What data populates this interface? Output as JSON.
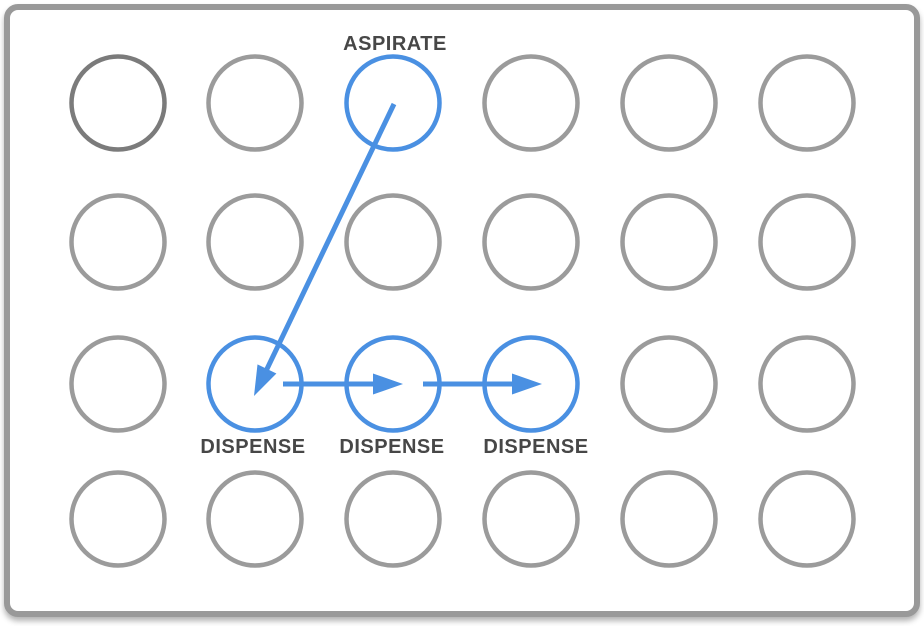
{
  "diagram": {
    "aspirate_label": "ASPIRATE",
    "dispense_labels": [
      "DISPENSE",
      "DISPENSE",
      "DISPENSE"
    ],
    "colors": {
      "accent_blue": "#4a90e2",
      "well_gray": "#9b9b9b",
      "well_dark_gray": "#7b7b7b",
      "plate_border": "#999999",
      "label_text": "#474747"
    },
    "plate": {
      "rows": 4,
      "cols": 6,
      "aspirate_well": {
        "row": 0,
        "col": 2
      },
      "dispense_wells": [
        {
          "row": 2,
          "col": 1
        },
        {
          "row": 2,
          "col": 2
        },
        {
          "row": 2,
          "col": 3
        }
      ],
      "dark_well": {
        "row": 0,
        "col": 0
      }
    }
  }
}
